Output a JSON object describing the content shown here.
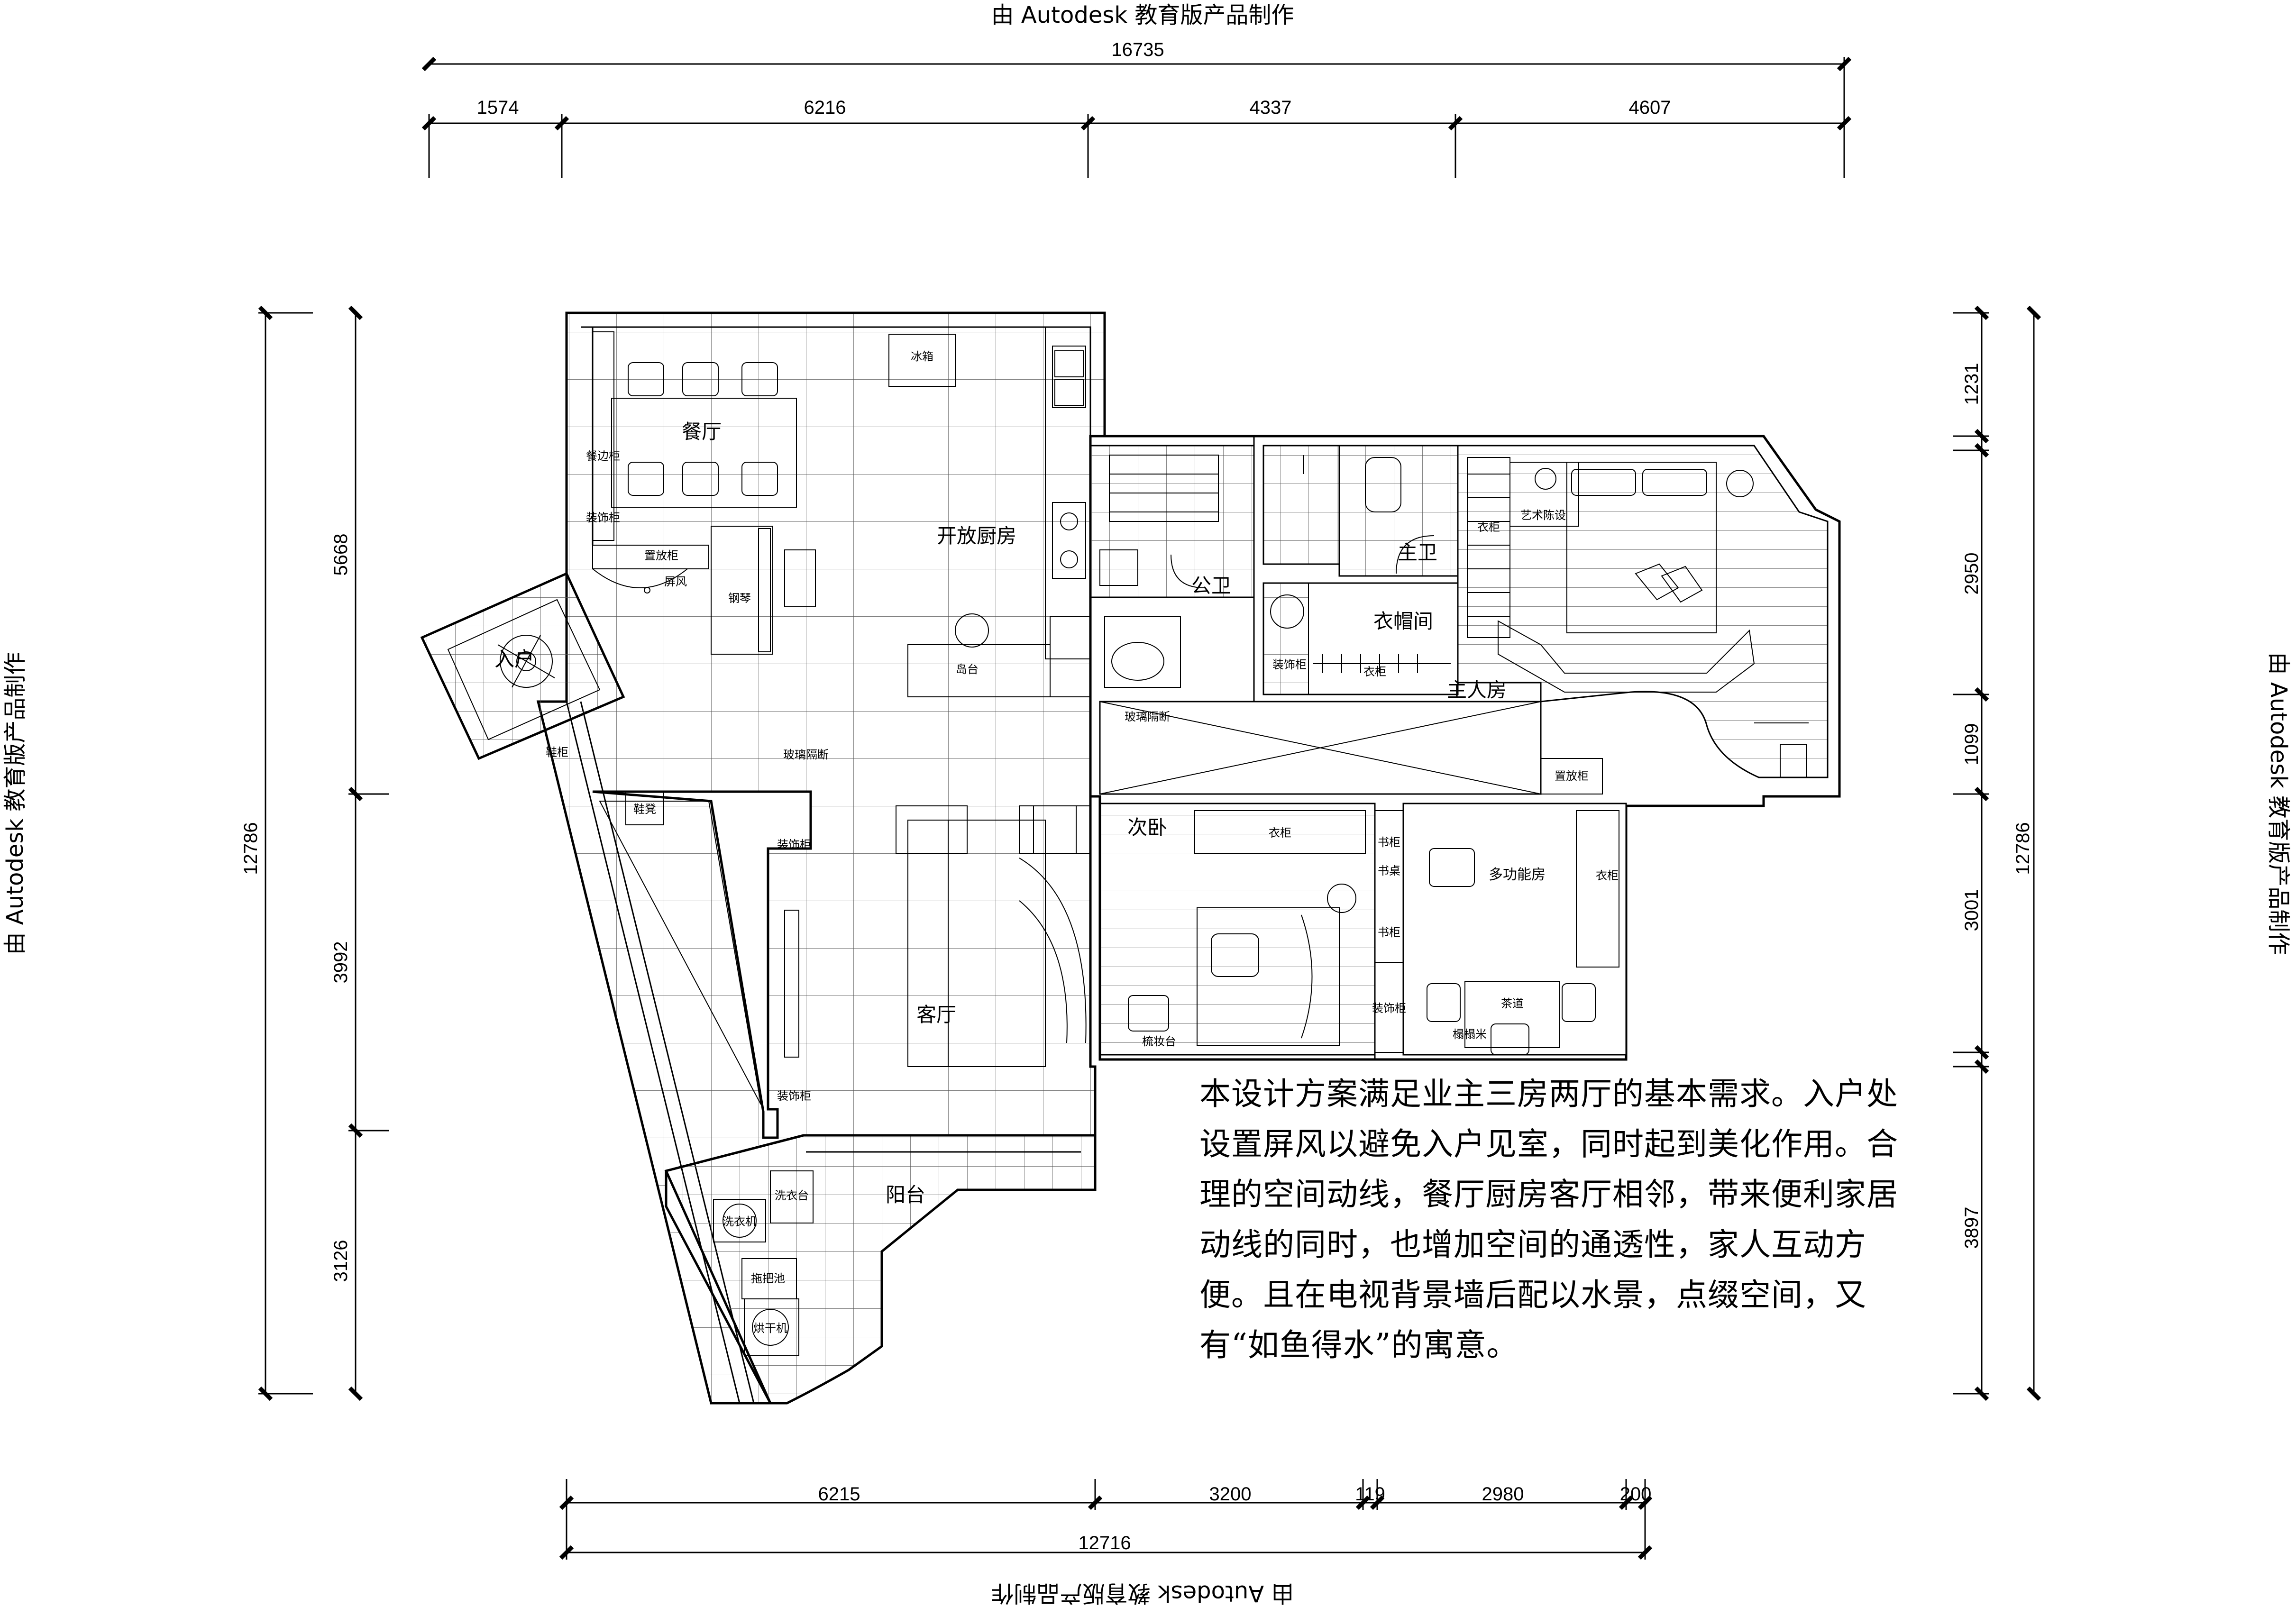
{
  "watermark": {
    "text": "由 Autodesk 教育版产品制作"
  },
  "dimensions": {
    "top_total": "16735",
    "top_segments": [
      "1574",
      "6216",
      "4337",
      "4607"
    ],
    "bottom_total": "12716",
    "bottom_segments": [
      "6215",
      "3200",
      "119",
      "2980",
      "200"
    ],
    "left_total": "12786",
    "left_segments": [
      "5668",
      "3992",
      "3126"
    ],
    "right_total": "12786",
    "right_segments": [
      "1231",
      "2950",
      "1099",
      "3001",
      "3897"
    ]
  },
  "rooms": {
    "dining": "餐厅",
    "open_kitchen": "开放厨房",
    "entry": "入户",
    "living": "客厅",
    "balcony": "阳台",
    "public_bath": "公卫",
    "master_bath": "主卫",
    "wardrobe_room": "衣帽间",
    "master_bedroom": "主人房",
    "second_bedroom": "次卧",
    "multi_room": "多功能房"
  },
  "labels": {
    "fridge": "冰箱",
    "side_cabinet": "餐边柜",
    "shoe_cabinet_a": "鞋柜",
    "decor_cabinet": "装饰柜",
    "display_cabinet": "装饰柜",
    "collect_cabinet": "置放柜",
    "screen": "屏风",
    "piano": "钢琴",
    "island": "岛台",
    "glass_partition": "玻璃隔断",
    "shoe_bench": "鞋凳",
    "washer": "洗衣机",
    "dryer": "烘干机",
    "wash_table": "洗衣台",
    "mop_pool": "拖把池",
    "wardrobe": "衣柜",
    "clothes": "衣柜",
    "art_display": "艺术陈设",
    "storage": "置放柜",
    "book_cabinet": "书柜",
    "desk": "书桌",
    "tea_table": "茶道",
    "tatami": "榻榻米",
    "dresser": "梳妆台"
  },
  "description": "本设计方案满足业主三房两厅的基本需求。入户处设置屏风以避免入户见室，同时起到美化作用。合理的空间动线，餐厅厨房客厅相邻，带来便利家居动线的同时，也增加空间的通透性，家人互动方便。且在电视背景墙后配以水景，点缀空间，又有“如鱼得水”的寓意。"
}
